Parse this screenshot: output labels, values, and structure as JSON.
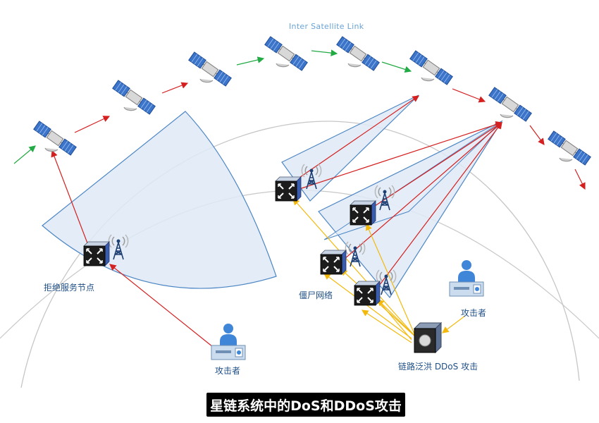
{
  "diagram": {
    "labels": {
      "isl": "Inter Satellite Link",
      "dos_node": "拒绝服务节点",
      "attacker_left": "攻击者",
      "botnet": "僵尸网络",
      "attacker_right": "攻击者",
      "link_flood": "链路泛洪 DDoS 攻击"
    },
    "caption": "星链系统中的DoS和DDoS攻击",
    "colors": {
      "green_link": "#22aa44",
      "red_link": "#d42020",
      "yellow_link": "#f2b90c",
      "beam_fill": "#dfeaf6",
      "beam_stroke": "#4d86c4",
      "earth_arc": "#c8c8c8",
      "satellite_panel": "#3b74c9",
      "tower": "#1e3f72"
    },
    "icons": [
      "satellite-icon",
      "router-icon",
      "cell-tower-icon",
      "attacker-terminal-icon",
      "server-icon"
    ]
  }
}
